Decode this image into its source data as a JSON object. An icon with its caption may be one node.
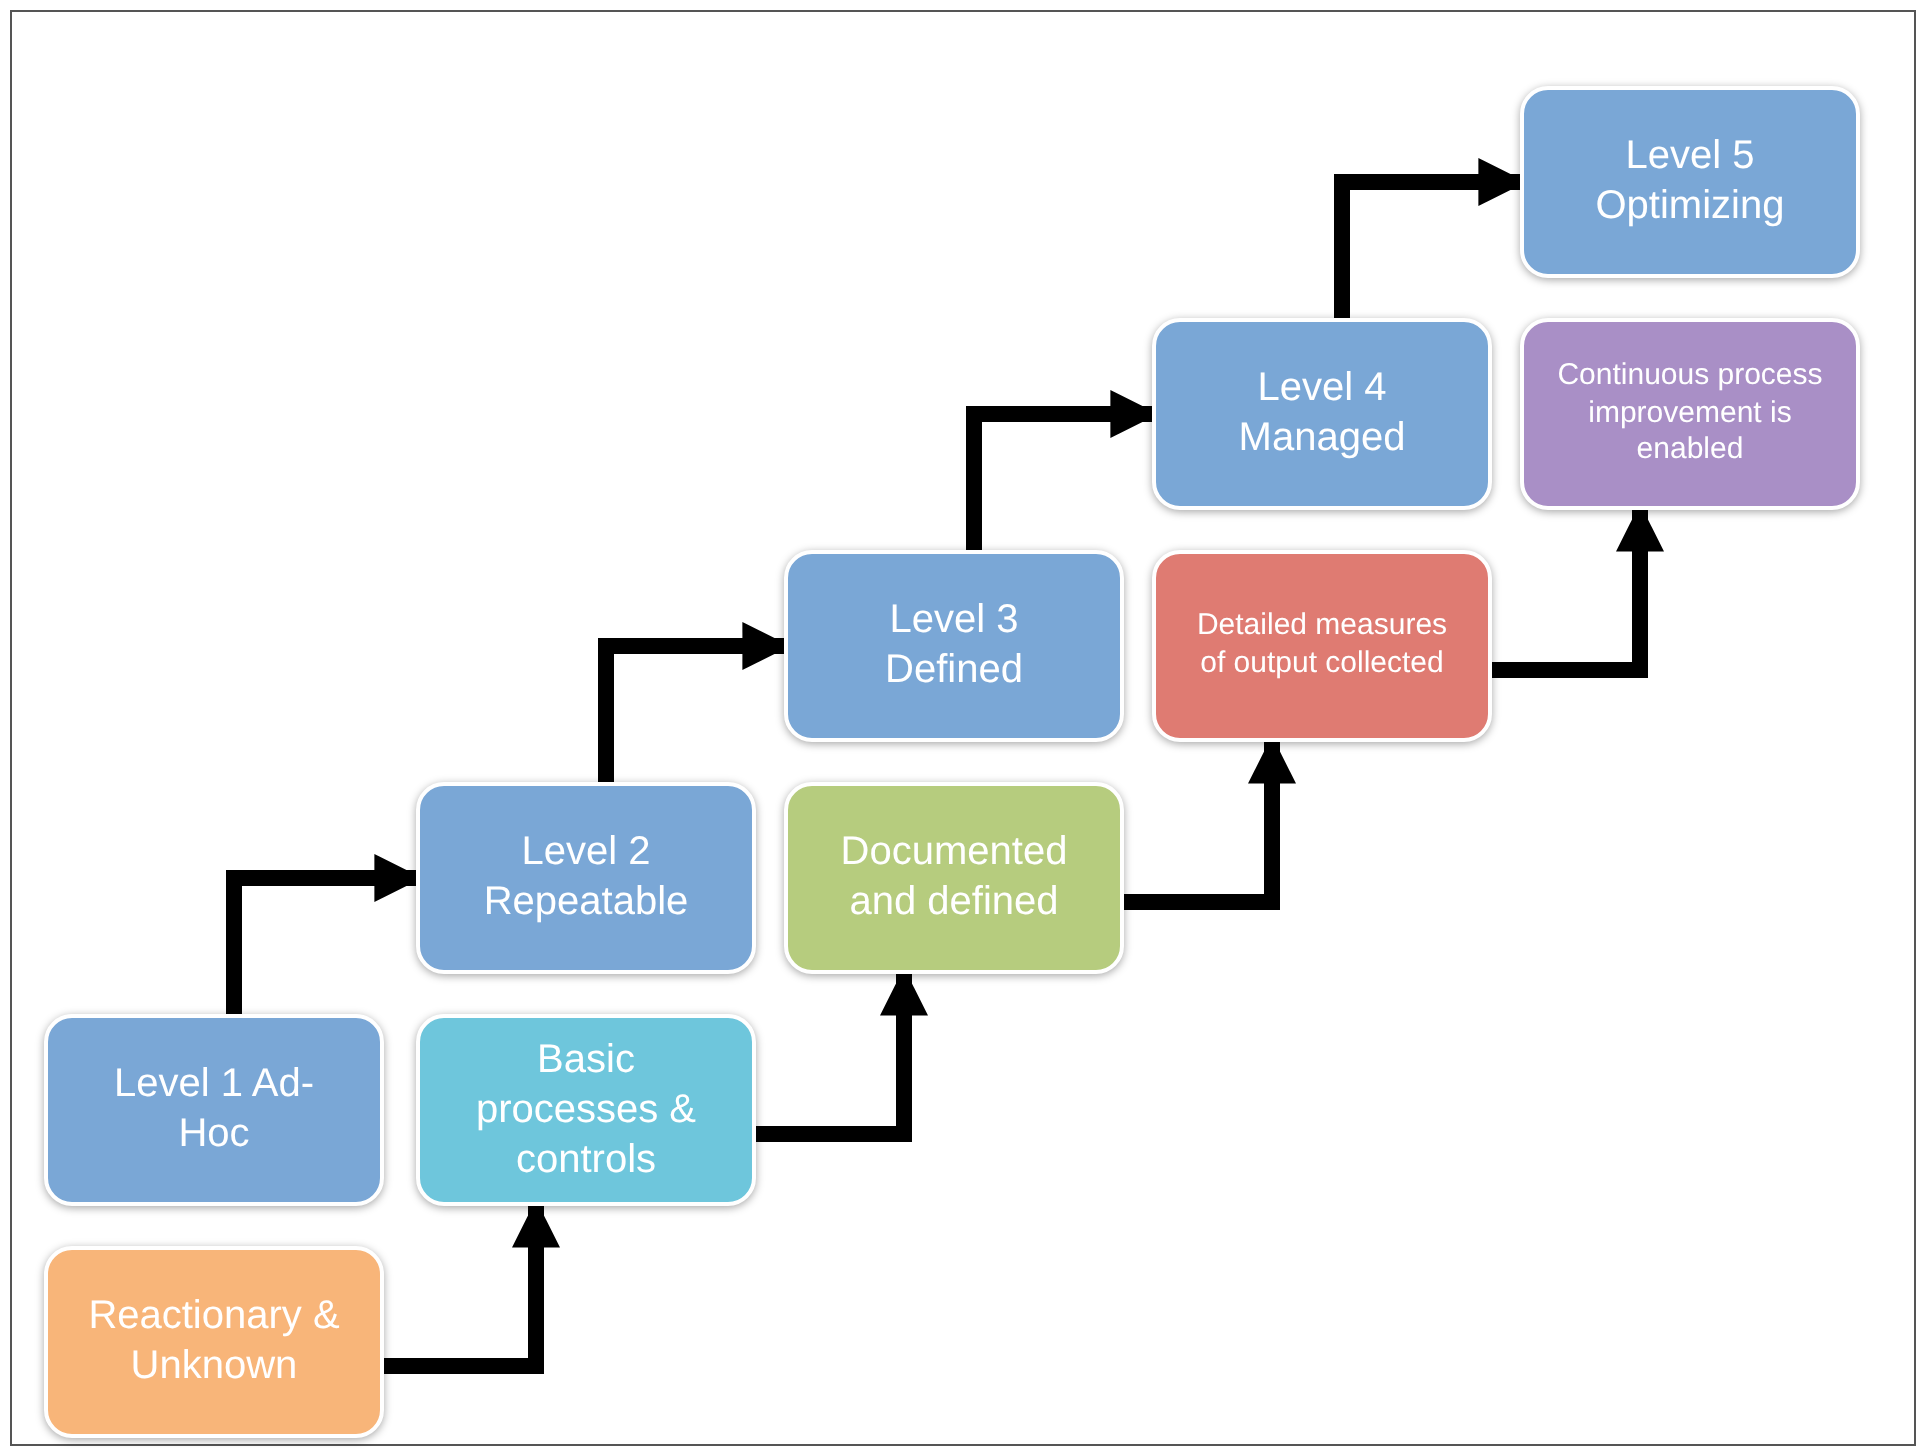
{
  "diagram": {
    "nodes": [
      {
        "text": [
          "Level 1 Ad-Hoc"
        ]
      },
      {
        "text": [
          "Reactionary & Unknown"
        ]
      },
      {
        "text": [
          "Level 2 Repeatable"
        ]
      },
      {
        "text": [
          "Basic processes & controls"
        ]
      },
      {
        "text": [
          "Level 3 Defined"
        ]
      },
      {
        "text": [
          "Documented and defined"
        ]
      },
      {
        "text": [
          "Level 4 Managed"
        ]
      },
      {
        "text": [
          "Detailed measures of output collected"
        ]
      },
      {
        "text": [
          "Level 5 Optimizing"
        ]
      },
      {
        "text": [
          "Continuous process improvement is enabled"
        ]
      }
    ],
    "edges": [
      {
        "from": 0,
        "to": 2,
        "arrow": "to"
      },
      {
        "from": 2,
        "to": 4,
        "arrow": "to"
      },
      {
        "from": 4,
        "to": 6,
        "arrow": "to"
      },
      {
        "from": 6,
        "to": 8,
        "arrow": "to"
      },
      {
        "from": 1,
        "to": 3,
        "arrow": "to"
      },
      {
        "from": 3,
        "to": 5,
        "arrow": "to"
      },
      {
        "from": 5,
        "to": 7,
        "arrow": "to"
      },
      {
        "from": 7,
        "to": 9,
        "arrow": "to"
      }
    ]
  }
}
